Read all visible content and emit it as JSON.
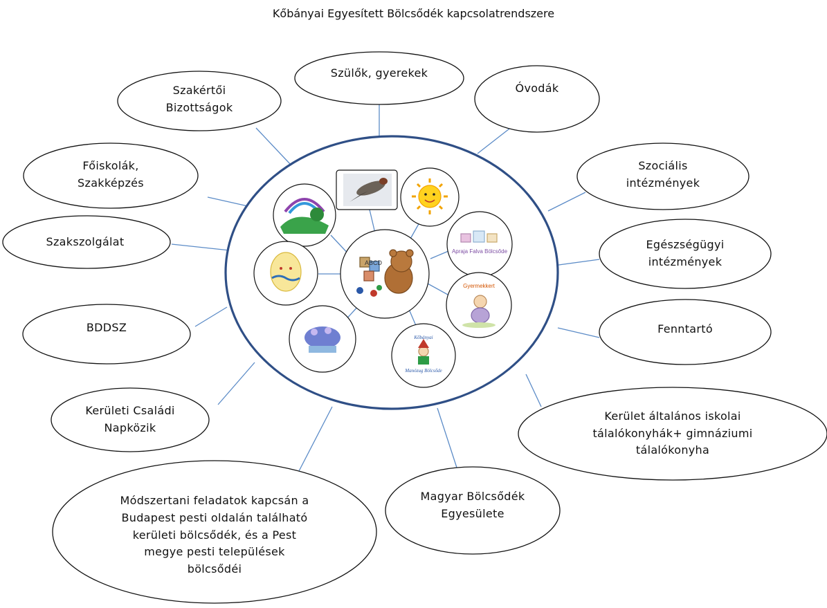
{
  "title": "Kőbányai Egyesített Bölcsődék kapcsolatrendszere",
  "colors": {
    "connector": "#5b8bc7",
    "center_ring": "#2f4f86",
    "node_border": "#111111",
    "text": "#111111"
  },
  "nodes": {
    "szulok": "Szülők, gyerekek",
    "ovodak": "Óvodák",
    "szakertoi": "Szakértői\nBizottságok",
    "foiskolak": "Főiskolák,\nSzakképzés",
    "szocialis": "Szociális\nintézmények",
    "szakszolgalat": "Szakszolgálat",
    "egeszsegugyi": "Egészségügyi\nintézmények",
    "bddsz": "BDDSZ",
    "fenntarto": "Fenntartó",
    "kerueleti_csaladi": "Kerületi Családi\nNapközik",
    "talalokonyhak": "Kerület általános iskolai\ntálalókonyhák+ gimnáziumi\ntálalókonyha",
    "mbe": "Magyar Bölcsődék\nEgyesülete",
    "modszertani": "Módszertani feladatok kapcsán a\nBudapest pesti oldalán található\nkerületi bölcsődék, és a Pest\nmegye pesti települések\nbölcsődéi"
  },
  "nursery_logos": {
    "aprajafalva": "Apraja Falva Bölcsőde",
    "gyermekkert": "Gyermekkert",
    "kobanyai": "Kőbányai",
    "manozug": "Manózug Bölcsőde",
    "center": "ABCD"
  }
}
